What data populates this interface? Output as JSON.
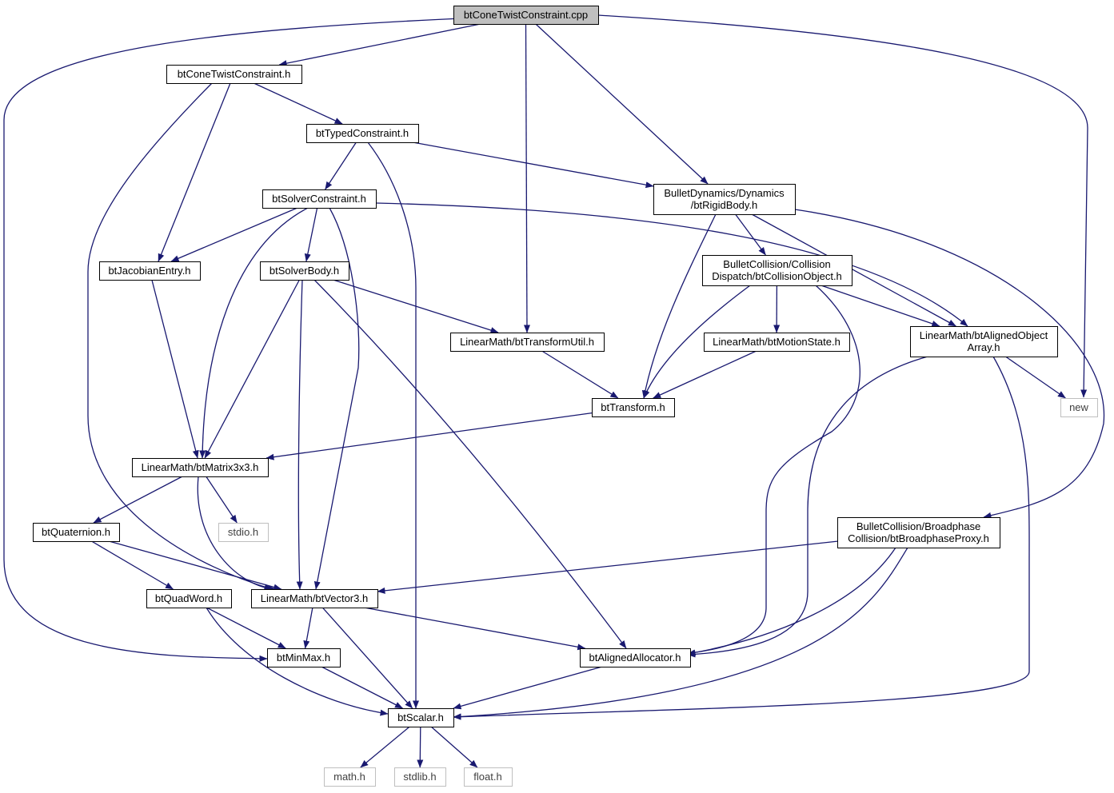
{
  "nodes": [
    {
      "id": "cpp",
      "lines": [
        "btConeTwistConstraint.cpp"
      ],
      "kind": "root"
    },
    {
      "id": "conetwist_h",
      "lines": [
        "btConeTwistConstraint.h"
      ],
      "kind": "header"
    },
    {
      "id": "typed",
      "lines": [
        "btTypedConstraint.h"
      ],
      "kind": "header"
    },
    {
      "id": "rigidbody",
      "lines": [
        "BulletDynamics/Dynamics",
        "/btRigidBody.h"
      ],
      "kind": "header"
    },
    {
      "id": "solverconstraint",
      "lines": [
        "btSolverConstraint.h"
      ],
      "kind": "header"
    },
    {
      "id": "jacobian",
      "lines": [
        "btJacobianEntry.h"
      ],
      "kind": "header"
    },
    {
      "id": "solverbody",
      "lines": [
        "btSolverBody.h"
      ],
      "kind": "header"
    },
    {
      "id": "collisionobject",
      "lines": [
        "BulletCollision/Collision",
        "Dispatch/btCollisionObject.h"
      ],
      "kind": "header"
    },
    {
      "id": "transformutil",
      "lines": [
        "LinearMath/btTransformUtil.h"
      ],
      "kind": "header"
    },
    {
      "id": "motionstate",
      "lines": [
        "LinearMath/btMotionState.h"
      ],
      "kind": "header"
    },
    {
      "id": "alignedarray",
      "lines": [
        "LinearMath/btAlignedObject",
        "Array.h"
      ],
      "kind": "header"
    },
    {
      "id": "transform",
      "lines": [
        "btTransform.h"
      ],
      "kind": "header"
    },
    {
      "id": "new",
      "lines": [
        "new"
      ],
      "kind": "system"
    },
    {
      "id": "matrix3x3",
      "lines": [
        "LinearMath/btMatrix3x3.h"
      ],
      "kind": "header"
    },
    {
      "id": "quaternion",
      "lines": [
        "btQuaternion.h"
      ],
      "kind": "header"
    },
    {
      "id": "stdio",
      "lines": [
        "stdio.h"
      ],
      "kind": "system"
    },
    {
      "id": "broadphase",
      "lines": [
        "BulletCollision/Broadphase",
        "Collision/btBroadphaseProxy.h"
      ],
      "kind": "header"
    },
    {
      "id": "quadword",
      "lines": [
        "btQuadWord.h"
      ],
      "kind": "header"
    },
    {
      "id": "vector3",
      "lines": [
        "LinearMath/btVector3.h"
      ],
      "kind": "header"
    },
    {
      "id": "minmax",
      "lines": [
        "btMinMax.h"
      ],
      "kind": "header"
    },
    {
      "id": "alignedalloc",
      "lines": [
        "btAlignedAllocator.h"
      ],
      "kind": "header"
    },
    {
      "id": "scalar",
      "lines": [
        "btScalar.h"
      ],
      "kind": "header"
    },
    {
      "id": "math",
      "lines": [
        "math.h"
      ],
      "kind": "system"
    },
    {
      "id": "stdlib",
      "lines": [
        "stdlib.h"
      ],
      "kind": "system"
    },
    {
      "id": "float",
      "lines": [
        "float.h"
      ],
      "kind": "system"
    }
  ],
  "edges": [
    [
      "cpp",
      "conetwist_h"
    ],
    [
      "cpp",
      "transformutil"
    ],
    [
      "cpp",
      "rigidbody"
    ],
    [
      "cpp",
      "minmax"
    ],
    [
      "cpp",
      "new"
    ],
    [
      "conetwist_h",
      "typed"
    ],
    [
      "conetwist_h",
      "jacobian"
    ],
    [
      "conetwist_h",
      "vector3"
    ],
    [
      "typed",
      "solverconstraint"
    ],
    [
      "typed",
      "rigidbody"
    ],
    [
      "typed",
      "scalar"
    ],
    [
      "solverconstraint",
      "jacobian"
    ],
    [
      "solverconstraint",
      "solverbody"
    ],
    [
      "solverconstraint",
      "matrix3x3"
    ],
    [
      "solverconstraint",
      "vector3"
    ],
    [
      "solverconstraint",
      "alignedarray"
    ],
    [
      "jacobian",
      "matrix3x3"
    ],
    [
      "solverbody",
      "transformutil"
    ],
    [
      "solverbody",
      "matrix3x3"
    ],
    [
      "solverbody",
      "vector3"
    ],
    [
      "solverbody",
      "alignedalloc"
    ],
    [
      "rigidbody",
      "collisionobject"
    ],
    [
      "rigidbody",
      "alignedarray"
    ],
    [
      "rigidbody",
      "transform"
    ],
    [
      "rigidbody",
      "broadphase"
    ],
    [
      "collisionobject",
      "motionstate"
    ],
    [
      "collisionobject",
      "alignedarray"
    ],
    [
      "collisionobject",
      "transform"
    ],
    [
      "collisionobject",
      "alignedalloc"
    ],
    [
      "transformutil",
      "transform"
    ],
    [
      "motionstate",
      "transform"
    ],
    [
      "alignedarray",
      "new"
    ],
    [
      "alignedarray",
      "alignedalloc"
    ],
    [
      "alignedarray",
      "scalar"
    ],
    [
      "transform",
      "matrix3x3"
    ],
    [
      "matrix3x3",
      "quaternion"
    ],
    [
      "matrix3x3",
      "stdio"
    ],
    [
      "matrix3x3",
      "vector3"
    ],
    [
      "quaternion",
      "quadword"
    ],
    [
      "quaternion",
      "vector3"
    ],
    [
      "quadword",
      "minmax"
    ],
    [
      "quadword",
      "scalar"
    ],
    [
      "broadphase",
      "vector3"
    ],
    [
      "broadphase",
      "alignedalloc"
    ],
    [
      "broadphase",
      "scalar"
    ],
    [
      "vector3",
      "minmax"
    ],
    [
      "vector3",
      "scalar"
    ],
    [
      "vector3",
      "alignedalloc"
    ],
    [
      "minmax",
      "scalar"
    ],
    [
      "alignedalloc",
      "scalar"
    ],
    [
      "scalar",
      "math"
    ],
    [
      "scalar",
      "stdlib"
    ],
    [
      "scalar",
      "float"
    ]
  ],
  "colors": {
    "edge": "#191970",
    "node_border": "#000000",
    "root_fill": "#bfbfbf",
    "system_border": "#bfbfbf",
    "system_text": "#404040",
    "text": "#000000"
  }
}
